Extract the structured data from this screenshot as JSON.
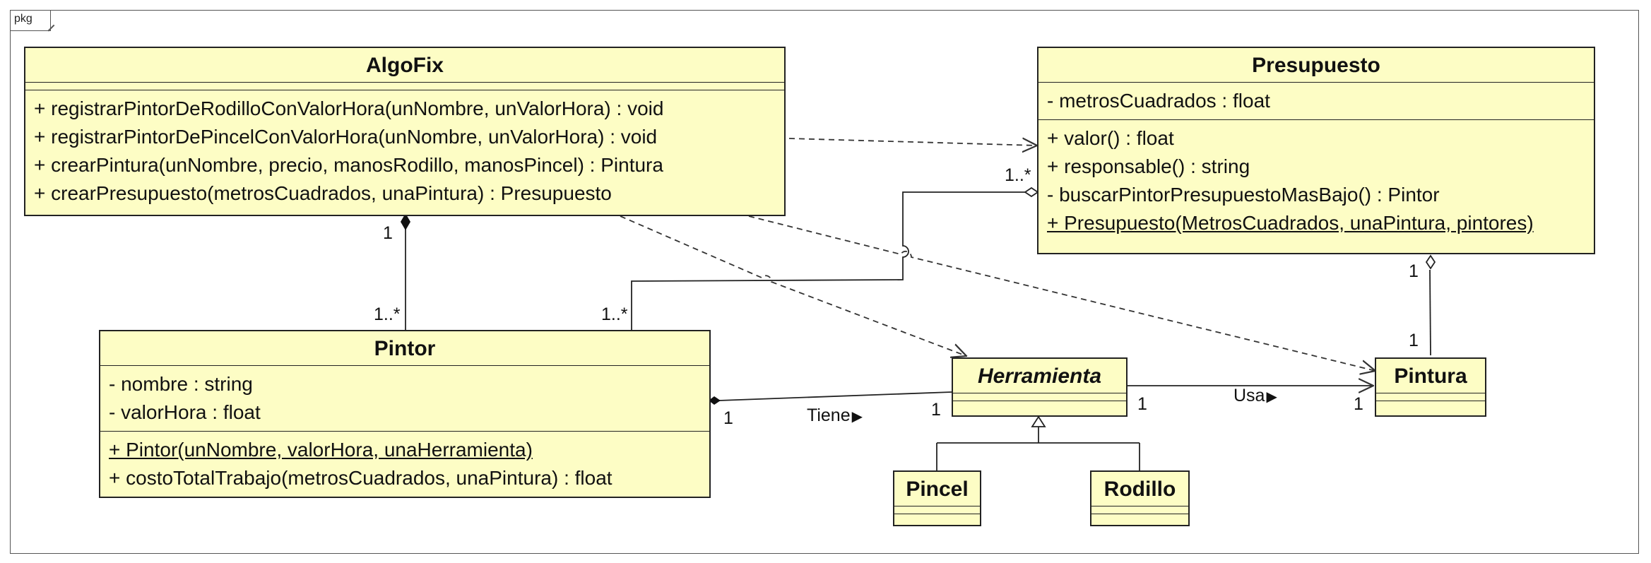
{
  "diagram": {
    "frame_label": "pkg",
    "classes": {
      "algofix": {
        "name": "AlgoFix",
        "operations": [
          "+ registrarPintorDeRodilloConValorHora(unNombre, unValorHora) : void",
          "+ registrarPintorDePincelConValorHora(unNombre, unValorHora) : void",
          "+ crearPintura(unNombre, precio, manosRodillo, manosPincel) : Pintura",
          "+ crearPresupuesto(metrosCuadrados, unaPintura) : Presupuesto"
        ]
      },
      "presupuesto": {
        "name": "Presupuesto",
        "attributes": [
          "- metrosCuadrados : float"
        ],
        "operations": [
          "+ valor() : float",
          "+ responsable() : string",
          "- buscarPintorPresupuestoMasBajo() : Pintor",
          "+ Presupuesto(MetrosCuadrados, unaPintura, pintores)"
        ]
      },
      "pintor": {
        "name": "Pintor",
        "attributes": [
          "- nombre : string",
          "- valorHora : float"
        ],
        "operations": [
          "+ Pintor(unNombre, valorHora, unaHerramienta)",
          "+ costoTotalTrabajo(metrosCuadrados, unaPintura) : float"
        ]
      },
      "herramienta": {
        "name": "Herramienta"
      },
      "pintura": {
        "name": "Pintura"
      },
      "pincel": {
        "name": "Pincel"
      },
      "rodillo": {
        "name": "Rodillo"
      }
    },
    "labels": {
      "algofix_pintor_mult_top": "1",
      "algofix_pintor_mult_bottom": "1..*",
      "presupuesto_pintor_mult_top": "1..*",
      "presupuesto_pintor_mult_bottom": "1..*",
      "presupuesto_pintura_mult_top": "1",
      "presupuesto_pintura_mult_bottom": "1",
      "tiene": "Tiene",
      "tiene_arrow": "▶",
      "pintor_herr_mult_left": "1",
      "pintor_herr_mult_right": "1",
      "usa": "Usa",
      "usa_arrow": "▶",
      "herr_pintura_mult_left": "1",
      "herr_pintura_mult_right": "1"
    }
  }
}
